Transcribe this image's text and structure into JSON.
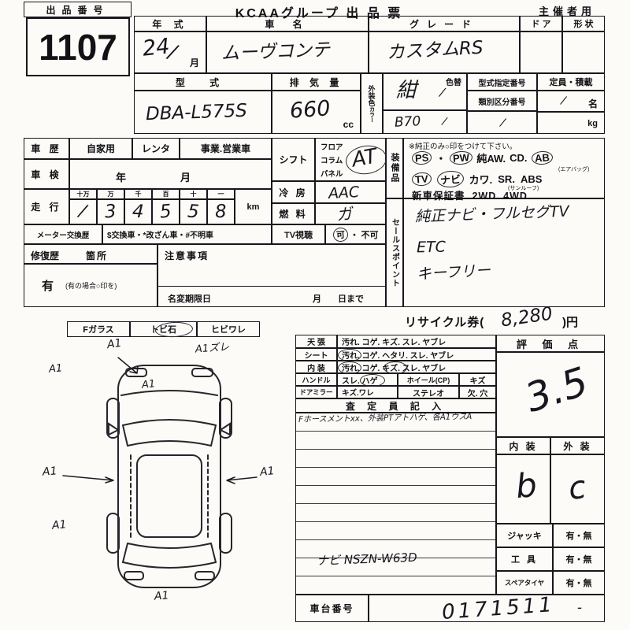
{
  "page": {
    "lot_label": "出品番号",
    "lot_number": "1107",
    "title": "KCAAグループ 出 品 票",
    "right_label": "主催者用"
  },
  "vehicle": {
    "year_label": "年 式",
    "year_value": "24",
    "month_label": "月",
    "name_label": "車 名",
    "name_value": "ムーヴコンテ",
    "grade_label": "グレード",
    "grade_value": "カスタムRS",
    "door_label": "ド ア",
    "shape_label": "形 状",
    "model_label": "型 式",
    "model_value": "DBA-L575S",
    "disp_label": "排 気 量",
    "disp_value": "660",
    "disp_unit": "cc",
    "color_label": "外装色",
    "color_sub": "カラー",
    "color_value": "紺",
    "color_code": "B70",
    "color_change_label": "色替",
    "type_no_label": "型式指定番号",
    "class_no_label": "類別区分番号",
    "capacity_label": "定員・積載",
    "capacity_person": "名",
    "capacity_kg": "kg"
  },
  "history": {
    "label": "車 歴",
    "private": "自家用",
    "rental": "レンタ",
    "business": "事業.営業車",
    "inspection_label": "車 検",
    "year": "年",
    "month": "月",
    "mileage_label": "走 行",
    "digit_labels": [
      "十万",
      "万",
      "千",
      "百",
      "十",
      "一"
    ],
    "digits": [
      "3",
      "4",
      "5",
      "5",
      "8"
    ],
    "unit": "km",
    "meter_label": "メーター交換歴",
    "meter_text": "$交換車・*改ざん車・#不明車",
    "repair_label": "修復歴",
    "repair_sub": "箇所",
    "repair_value": "有",
    "repair_note": "(有の場合○印を)",
    "notes_label": "注意事項",
    "rename_label": "名変期限日",
    "rename_month": "月",
    "rename_day": "日まで"
  },
  "controls": {
    "shift_label": "シフト",
    "shift_opt1": "フロア",
    "shift_opt2": "コラム",
    "shift_opt3": "パネル",
    "shift_value": "AT",
    "ac_label": "冷 房",
    "ac_value": "AAC",
    "fuel_label": "燃 料",
    "fuel_value": "ガ",
    "tv_label": "TV視聴",
    "tv_ok": "可",
    "tv_sep": "・",
    "tv_ng": "不可"
  },
  "equipment": {
    "strip": "装備品",
    "note": "※純正のみ○印をつけて下さい。",
    "ps": "PS",
    "sep": "・",
    "pw": "PW",
    "aw": "純AW.",
    "cd": "CD.",
    "ab": "AB",
    "ab_sub": "(エアバッグ)",
    "tv": "TV",
    "navi": "ナビ",
    "kawa": "カワ.",
    "sr": "SR.",
    "sr_sub": "(サンルーフ)",
    "abs": "ABS",
    "warranty_line": "新車保証書. 2WD. 4WD"
  },
  "sales": {
    "strip": "セールスポイント",
    "line1": "純正ナビ・フルセグTV",
    "line2": "ETC",
    "line3": "キーフリー"
  },
  "recycle": {
    "label": "リサイクル券(",
    "value": "8,280",
    "suffix": ")円"
  },
  "glass": {
    "label": "Fガラス",
    "cell1": "トビ石",
    "cell2": "ヒビワレ"
  },
  "diagram": {
    "annotations": [
      "A1",
      "A1",
      "A1ズレ",
      "A1",
      "A1",
      "A1",
      "A1",
      "A1"
    ]
  },
  "condition": {
    "rows": [
      {
        "label": "天 張",
        "text": "汚れ. コゲ. キズ. スレ. ヤブレ"
      },
      {
        "label": "シート",
        "text": "汚れ. コゲ. ヘタリ. スレ. ヤブレ"
      },
      {
        "label": "内 装",
        "text": "汚れ. コゲ. キズ. スレ. ヤブレ"
      },
      {
        "label": "ハンドル",
        "text": "スレ. ハゲ",
        "text2": "ホイール(CP)",
        "text3": "キズ"
      },
      {
        "label": "ドアミラー",
        "text": "キズ.ワレ",
        "text2": "ステレオ",
        "text3": "欠. 穴"
      }
    ],
    "inspector_header": "査 定 員 記 入",
    "note1": "Fホースメントxx、外装PTアトハゲ、各A1ウスA",
    "note2": "ナビ NSZN-W63D"
  },
  "rating": {
    "header": "評 価 点",
    "score": "3.5",
    "interior_label": "内 装",
    "exterior_label": "外 装",
    "interior_value": "b",
    "exterior_value": "c",
    "jack_label": "ジャッキ",
    "tool_label": "工 具",
    "spare_label": "スペアタイヤ",
    "have": "有・無"
  },
  "chassis": {
    "label": "車台番号",
    "value": "0171511"
  },
  "marks": {
    "slash": "/",
    "dash": "-"
  }
}
